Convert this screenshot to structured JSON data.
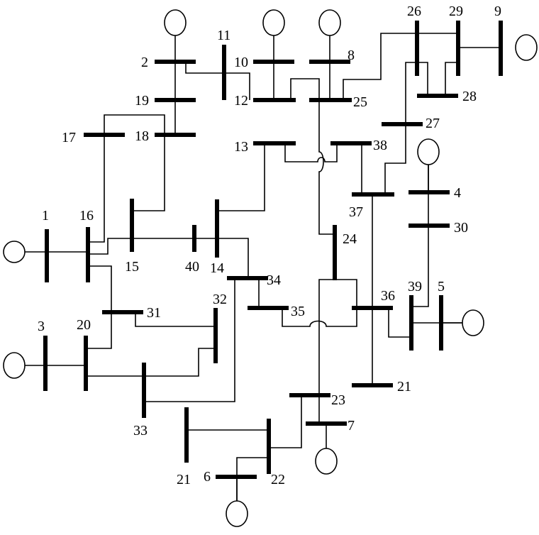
{
  "diagram": {
    "type": "power-system-single-line",
    "buses": [
      {
        "id": "bus-1",
        "label": "1"
      },
      {
        "id": "bus-2",
        "label": "2"
      },
      {
        "id": "bus-3",
        "label": "3"
      },
      {
        "id": "bus-4",
        "label": "4"
      },
      {
        "id": "bus-5",
        "label": "5"
      },
      {
        "id": "bus-6",
        "label": "6"
      },
      {
        "id": "bus-7",
        "label": "7"
      },
      {
        "id": "bus-8",
        "label": "8"
      },
      {
        "id": "bus-9",
        "label": "9"
      },
      {
        "id": "bus-10",
        "label": "10"
      },
      {
        "id": "bus-11",
        "label": "11"
      },
      {
        "id": "bus-12",
        "label": "12"
      },
      {
        "id": "bus-13",
        "label": "13"
      },
      {
        "id": "bus-14",
        "label": "14"
      },
      {
        "id": "bus-15",
        "label": "15"
      },
      {
        "id": "bus-16",
        "label": "16"
      },
      {
        "id": "bus-17",
        "label": "17"
      },
      {
        "id": "bus-18",
        "label": "18"
      },
      {
        "id": "bus-19",
        "label": "19"
      },
      {
        "id": "bus-20",
        "label": "20"
      },
      {
        "id": "bus-21a",
        "label": "21"
      },
      {
        "id": "bus-21b",
        "label": "21"
      },
      {
        "id": "bus-22",
        "label": "22"
      },
      {
        "id": "bus-23",
        "label": "23"
      },
      {
        "id": "bus-24",
        "label": "24"
      },
      {
        "id": "bus-25",
        "label": "25"
      },
      {
        "id": "bus-26",
        "label": "26"
      },
      {
        "id": "bus-27",
        "label": "27"
      },
      {
        "id": "bus-28",
        "label": "28"
      },
      {
        "id": "bus-29",
        "label": "29"
      },
      {
        "id": "bus-30",
        "label": "30"
      },
      {
        "id": "bus-31",
        "label": "31"
      },
      {
        "id": "bus-32",
        "label": "32"
      },
      {
        "id": "bus-33",
        "label": "33"
      },
      {
        "id": "bus-34",
        "label": "34"
      },
      {
        "id": "bus-35",
        "label": "35"
      },
      {
        "id": "bus-36",
        "label": "36"
      },
      {
        "id": "bus-37",
        "label": "37"
      },
      {
        "id": "bus-38",
        "label": "38"
      },
      {
        "id": "bus-39",
        "label": "39"
      },
      {
        "id": "bus-40",
        "label": "40"
      }
    ],
    "generators": [
      "bus-1",
      "bus-2",
      "bus-3",
      "bus-4",
      "bus-5",
      "bus-6",
      "bus-7",
      "bus-8",
      "bus-9",
      "bus-10"
    ]
  }
}
